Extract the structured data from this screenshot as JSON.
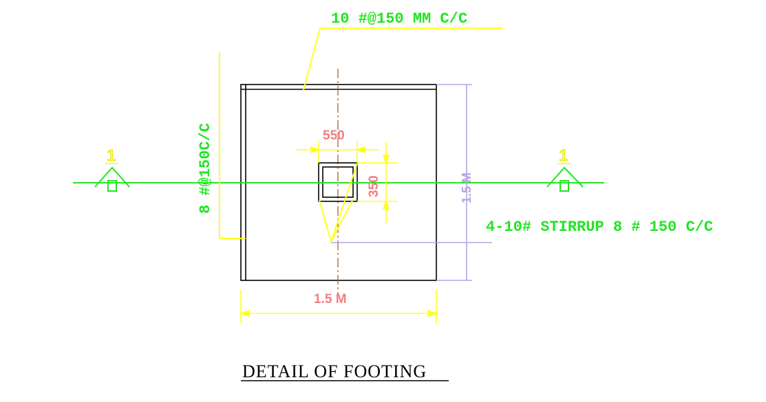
{
  "title": "DETAIL OF FOOTING",
  "labels": {
    "top_bars": "10 #@150 MM C/C",
    "side_bars": "8 #@150C/C",
    "stirrup": "4-10# STIRRUP 8 # 150 C/C",
    "column_width": "550",
    "column_depth": "350",
    "footing_width": "1.5 M",
    "footing_length": "1.5 M",
    "section_mark_left": "1",
    "section_mark_right": "1"
  },
  "colors": {
    "reinforcement_label": "#22e422",
    "dimension_text": "#f07f7f",
    "length_dimension": "#b6a3e8",
    "leader": "#ffff20",
    "section_line": "#22e422",
    "center_line": "#a0522d",
    "outline": "#000000"
  }
}
